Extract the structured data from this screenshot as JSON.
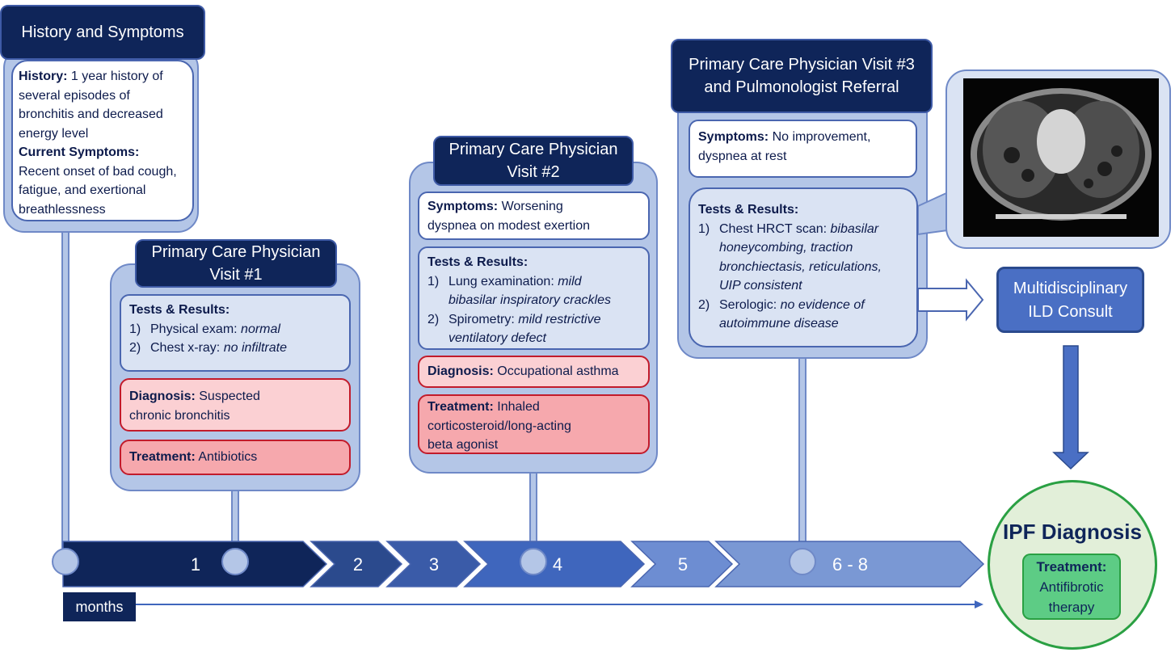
{
  "history": {
    "header": "History and Symptoms",
    "history_label": "History:",
    "history_text": "1 year history of several episodes of bronchitis and decreased energy level",
    "symptoms_label": "Current Symptoms:",
    "symptoms_text": "Recent onset of bad cough, fatigue, and exertional breathlessness"
  },
  "visit1": {
    "header_line1": "Primary Care Physician",
    "header_line2": "Visit #1",
    "tests_label": "Tests & Results:",
    "tests": [
      {
        "num": "1)",
        "label": "Physical exam:",
        "result": "normal"
      },
      {
        "num": "2)",
        "label": "Chest x-ray:",
        "result": "no infiltrate"
      }
    ],
    "diagnosis_label": "Diagnosis:",
    "diagnosis_text_line1": "Suspected",
    "diagnosis_text_line2": "chronic bronchitis",
    "treatment_label": "Treatment:",
    "treatment_text": "Antibiotics"
  },
  "visit2": {
    "header_line1": "Primary Care Physician",
    "header_line2": "Visit #2",
    "symptoms_label": "Symptoms:",
    "symptoms_text_line1": "Worsening",
    "symptoms_text_line2": "dyspnea on modest exertion",
    "tests_label": "Tests & Results:",
    "tests": [
      {
        "num": "1)",
        "label": "Lung examination:",
        "result_line1": "mild",
        "result_line2": "bibasilar inspiratory crackles"
      },
      {
        "num": "2)",
        "label": "Spirometry:",
        "result_line1": "mild restrictive",
        "result_line2": "ventilatory defect"
      }
    ],
    "diagnosis_label": "Diagnosis:",
    "diagnosis_text": "Occupational asthma",
    "treatment_label": "Treatment:",
    "treatment_text_line1": "Inhaled",
    "treatment_text_line2": "corticosteroid/long-acting",
    "treatment_text_line3": "beta agonist"
  },
  "visit3": {
    "header_line1": "Primary Care Physician Visit #3",
    "header_line2": "and Pulmonologist Referral",
    "symptoms_label": "Symptoms:",
    "symptoms_text_line1": "No improvement,",
    "symptoms_text_line2": "dyspnea at rest",
    "tests_label": "Tests & Results:",
    "test1_num": "1)",
    "test1_label": "Chest HRCT scan:",
    "test1_result_line1": "bibasilar",
    "test1_result_line2": "honeycombing, traction",
    "test1_result_line3": "bronchiectasis, reticulations,",
    "test1_result_line4": "UIP consistent",
    "test2_num": "2)",
    "test2_label": "Serologic:",
    "test2_result_line1": "no evidence of",
    "test2_result_line2": "autoimmune disease"
  },
  "consult": {
    "line1": "Multidisciplinary",
    "line2": "ILD Consult"
  },
  "ipf": {
    "title": "IPF Diagnosis",
    "treatment_label": "Treatment:",
    "treatment_line1": "Antifibrotic",
    "treatment_line2": "therapy"
  },
  "timeline": {
    "segments": [
      "1",
      "2",
      "3",
      "4",
      "5",
      "6 - 8"
    ],
    "axis_label": "months"
  },
  "colors": {
    "navy": "#0f2559",
    "seg1": "#0f2559",
    "seg2": "#2b4a8d",
    "seg3": "#3a5ba8",
    "seg4": "#3f66bd",
    "seg5": "#6d8dd2",
    "seg6": "#7a98d4",
    "diagnosis_red": "#c21b2b",
    "ipf_green": "#2aa043"
  }
}
